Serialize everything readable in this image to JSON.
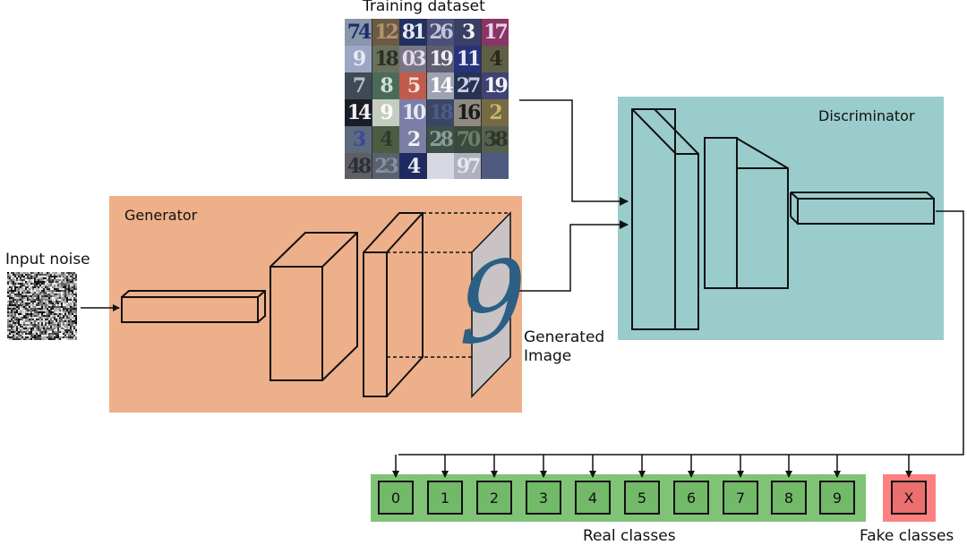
{
  "labels": {
    "training_dataset": "Training dataset",
    "input_noise": "Input noise",
    "generator": "Generator",
    "discriminator": "Discriminator",
    "generated_image_line1": "Generated",
    "generated_image_line2": "Image",
    "real_classes": "Real classes",
    "fake_classes": "Fake classes"
  },
  "generated_digit": "9",
  "real_class_boxes": [
    "0",
    "1",
    "2",
    "3",
    "4",
    "5",
    "6",
    "7",
    "8",
    "9"
  ],
  "fake_class_box": "X",
  "training_tiles": [
    {
      "text": "74",
      "bg": "#8a96ad",
      "fg": "#1b2f66"
    },
    {
      "text": "12",
      "bg": "#6d5a45",
      "fg": "#b09670"
    },
    {
      "text": "81",
      "bg": "#20305f",
      "fg": "#e6e8f4"
    },
    {
      "text": "26",
      "bg": "#4a5078",
      "fg": "#c3c6d6"
    },
    {
      "text": "3",
      "bg": "#3a3f66",
      "fg": "#f3f3f3"
    },
    {
      "text": "17",
      "bg": "#8a3468",
      "fg": "#e8d5e8"
    },
    {
      "text": "9",
      "bg": "#9da6c3",
      "fg": "#e8eaf4"
    },
    {
      "text": "18",
      "bg": "#69715d",
      "fg": "#2b2f25"
    },
    {
      "text": "03",
      "bg": "#7a7685",
      "fg": "#e0dcec"
    },
    {
      "text": "19",
      "bg": "#5e5e70",
      "fg": "#ededf2"
    },
    {
      "text": "11",
      "bg": "#26327a",
      "fg": "#e6e8f4"
    },
    {
      "text": "4",
      "bg": "#5e5f45",
      "fg": "#2a2a1c"
    },
    {
      "text": "7",
      "bg": "#3f4a55",
      "fg": "#b5c1cc"
    },
    {
      "text": "8",
      "bg": "#4a6a5a",
      "fg": "#cde0d6"
    },
    {
      "text": "5",
      "bg": "#c15c4c",
      "fg": "#f3e2dc"
    },
    {
      "text": "14",
      "bg": "#9da2b4",
      "fg": "#ffffff"
    },
    {
      "text": "27",
      "bg": "#283252",
      "fg": "#c7cde0"
    },
    {
      "text": "19",
      "bg": "#3e4276",
      "fg": "#f3f3f3"
    },
    {
      "text": "14",
      "bg": "#1a1d27",
      "fg": "#f2f2f2"
    },
    {
      "text": "9",
      "bg": "#c4cdbf",
      "fg": "#fdfdf8"
    },
    {
      "text": "10",
      "bg": "#7a7ea8",
      "fg": "#e6e8f4"
    },
    {
      "text": "18",
      "bg": "#3a4666",
      "fg": "#4e5c86"
    },
    {
      "text": "16",
      "bg": "#8e8a82",
      "fg": "#1b1b1b"
    },
    {
      "text": "2",
      "bg": "#756a44",
      "fg": "#c8b56f"
    },
    {
      "text": "3",
      "bg": "#5d6a7e",
      "fg": "#39499a"
    },
    {
      "text": "4",
      "bg": "#4b5c42",
      "fg": "#2e3a28"
    },
    {
      "text": "2",
      "bg": "#7a7fa3",
      "fg": "#f3f3f3"
    },
    {
      "text": "28",
      "bg": "#3f4f4a",
      "fg": "#8aa096"
    },
    {
      "text": "70",
      "bg": "#3a4a3c",
      "fg": "#6b7f6d"
    },
    {
      "text": "38",
      "bg": "#56604f",
      "fg": "#2e3528"
    },
    {
      "text": "48",
      "bg": "#5e5e66",
      "fg": "#2e2e35"
    },
    {
      "text": "23",
      "bg": "#58626e",
      "fg": "#8792a0"
    },
    {
      "text": "4",
      "bg": "#1e2a60",
      "fg": "#e8eaf4"
    },
    {
      "text": "",
      "bg": "#d6d9e4",
      "fg": "#ffffff"
    },
    {
      "text": "97",
      "bg": "#aeb1be",
      "fg": "#e6e8f0"
    },
    {
      "text": "",
      "bg": "#4e5a80",
      "fg": "#8a94b4"
    }
  ],
  "colors": {
    "generator_bg": "#edb08a",
    "discriminator_bg": "#99cccb",
    "real_classes_bg": "#80c377",
    "real_box_bg": "#72b96a",
    "fake_classes_bg": "#ff8080",
    "fake_box_bg": "#ec6f6f",
    "generated_image_bg": "#c9c3c6",
    "generated_digit": "#2c5f84"
  }
}
